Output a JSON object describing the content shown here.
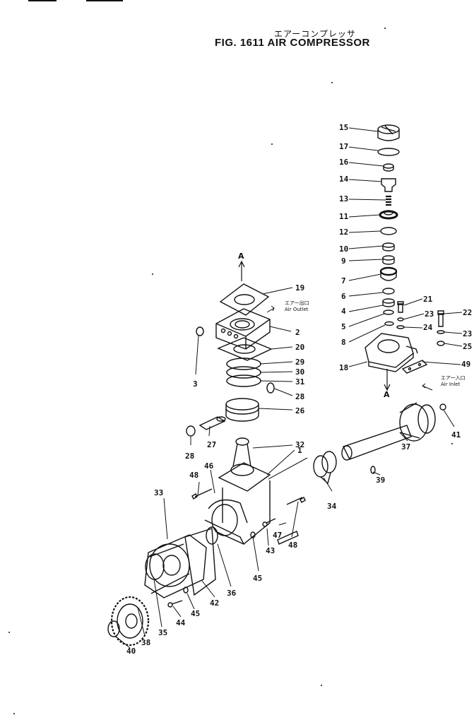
{
  "header": {
    "title_jp": "エアーコンプレッサ",
    "title_en": "FIG. 1611  AIR COMPRESSOR"
  },
  "annotations": {
    "air_outlet_jp": "エアー出口",
    "air_outlet_en": "Air Outlet",
    "air_inlet_jp": "エアー入口",
    "air_inlet_en": "Air Inlet",
    "view_arrow_top": "A",
    "view_arrow_bottom": "A"
  },
  "part_labels": [
    "15",
    "17",
    "16",
    "14",
    "13",
    "11",
    "12",
    "10",
    "9",
    "7",
    "6",
    "4",
    "5",
    "8",
    "21",
    "23",
    "22",
    "24",
    "23",
    "25",
    "49",
    "18",
    "19",
    "2",
    "20",
    "29",
    "30",
    "31",
    "28",
    "26",
    "3",
    "27",
    "28",
    "32",
    "1",
    "41",
    "37",
    "39",
    "34",
    "46",
    "48",
    "33",
    "47",
    "48",
    "43",
    "45",
    "36",
    "42",
    "45",
    "44",
    "38",
    "35",
    "40"
  ]
}
